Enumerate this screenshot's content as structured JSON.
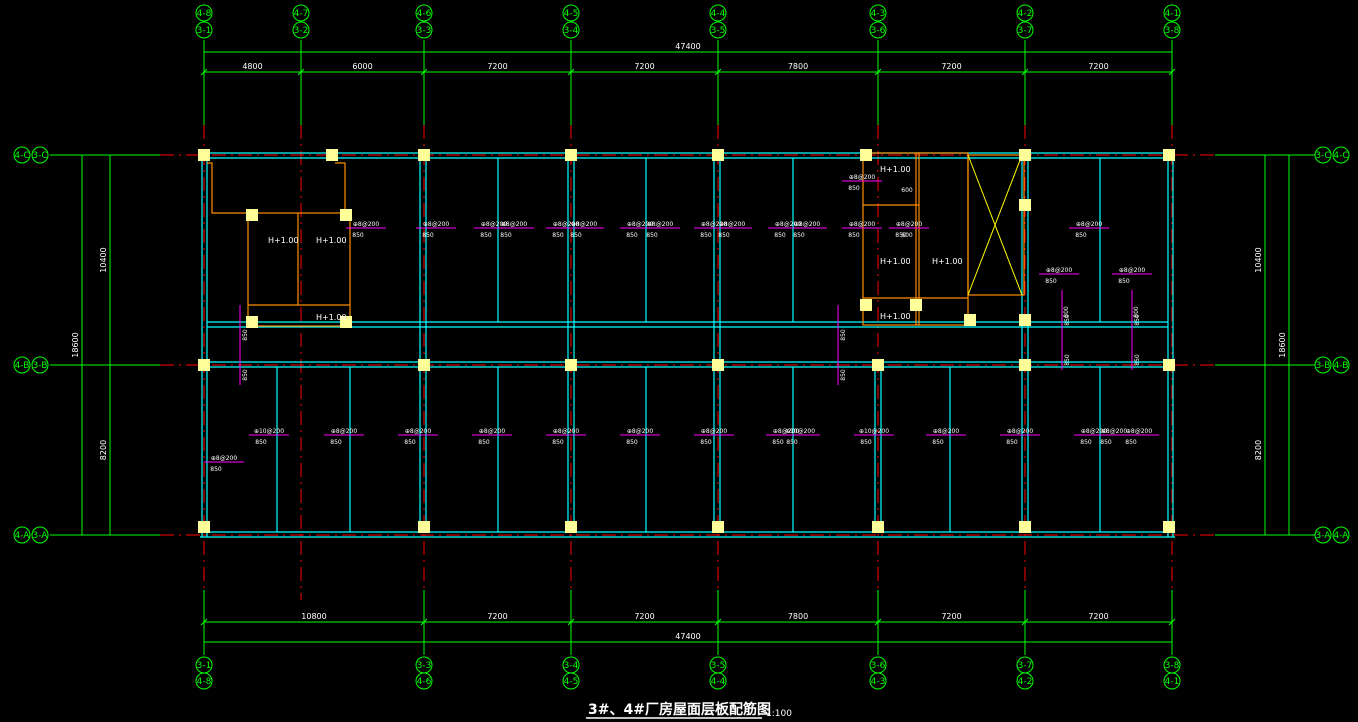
{
  "drawing": {
    "title": "3#、4#厂房屋面层板配筋图",
    "scale": "1:100"
  },
  "colors": {
    "background": "#000000",
    "axis": "#00ff00",
    "grid_line": "#ff0000",
    "beam": "#00ffff",
    "column": "#ffff99",
    "wall": "#ff8c00",
    "rebar": "#ff00ff",
    "text": "#ffffff",
    "elevator_x": "#ffff00"
  },
  "axes": {
    "top": [
      {
        "upper": "4-8",
        "lower": "3-1"
      },
      {
        "upper": "4-7",
        "lower": "3-2"
      },
      {
        "upper": "4-6",
        "lower": "3-3"
      },
      {
        "upper": "4-5",
        "lower": "3-4"
      },
      {
        "upper": "4-4",
        "lower": "3-5"
      },
      {
        "upper": "4-3",
        "lower": "3-6"
      },
      {
        "upper": "4-2",
        "lower": "3-7"
      },
      {
        "upper": "4-1",
        "lower": "3-8"
      }
    ],
    "bottom": [
      {
        "upper": "3-1",
        "lower": "4-8"
      },
      {
        "upper": "3-3",
        "lower": "4-6"
      },
      {
        "upper": "3-4",
        "lower": "4-5"
      },
      {
        "upper": "3-5",
        "lower": "4-4"
      },
      {
        "upper": "3-6",
        "lower": "4-3"
      },
      {
        "upper": "3-7",
        "lower": "4-2"
      },
      {
        "upper": "3-8",
        "lower": "4-1"
      }
    ],
    "left": [
      {
        "outer": "4-C",
        "inner": "3-C"
      },
      {
        "outer": "4-B",
        "inner": "3-B"
      },
      {
        "outer": "4-A",
        "inner": "3-A"
      }
    ],
    "right": [
      {
        "inner": "3-C",
        "outer": "4-C"
      },
      {
        "inner": "3-B",
        "outer": "4-B"
      },
      {
        "inner": "3-A",
        "outer": "4-A"
      }
    ]
  },
  "dimensions": {
    "top_total": "47400",
    "top_segments": [
      "4800",
      "6000",
      "7200",
      "7200",
      "7800",
      "7200",
      "7200"
    ],
    "bottom_segments": [
      "10800",
      "7200",
      "7200",
      "7800",
      "7200",
      "7200"
    ],
    "bottom_total": "47400",
    "left_total": "18600",
    "left_segments": [
      "10400",
      "8200"
    ],
    "right_total": "18600",
    "right_segments": [
      "10400",
      "8200"
    ]
  },
  "rooms": {
    "left_core": [
      "H+1.00",
      "H+1.00",
      "H+1.00"
    ],
    "right_core": [
      "H+1.00",
      "H+1.00",
      "H+1.00",
      "H+1.00"
    ]
  },
  "rebar_top_labels": [
    "⊕8@200",
    "⊕8@200",
    "⊕8@200",
    "⊕8@200",
    "⊕8@200",
    "⊕8@200",
    "⊕8@200",
    "⊕8@200",
    "⊕8@200",
    "⊕8@200",
    "⊕8@200",
    "⊕8@200",
    "⊕8@200",
    "⊕8@200",
    "⊕8@200",
    "⊕8@200",
    "⊕8@200",
    "⊕8@200"
  ],
  "rebar_bottom_labels": [
    "⊕10@200",
    "⊕8@200",
    "⊕8@200",
    "⊕8@200",
    "⊕8@200",
    "⊕8@200",
    "⊕8@200",
    "⊕8@200",
    "⊕10@200",
    "⊕10@200",
    "⊕8@200",
    "⊕8@200",
    "⊕8@200",
    "⊕8@200",
    "⊕8@200",
    "⊕8@200"
  ],
  "rebar_lengths": [
    "850",
    "600",
    "800"
  ]
}
